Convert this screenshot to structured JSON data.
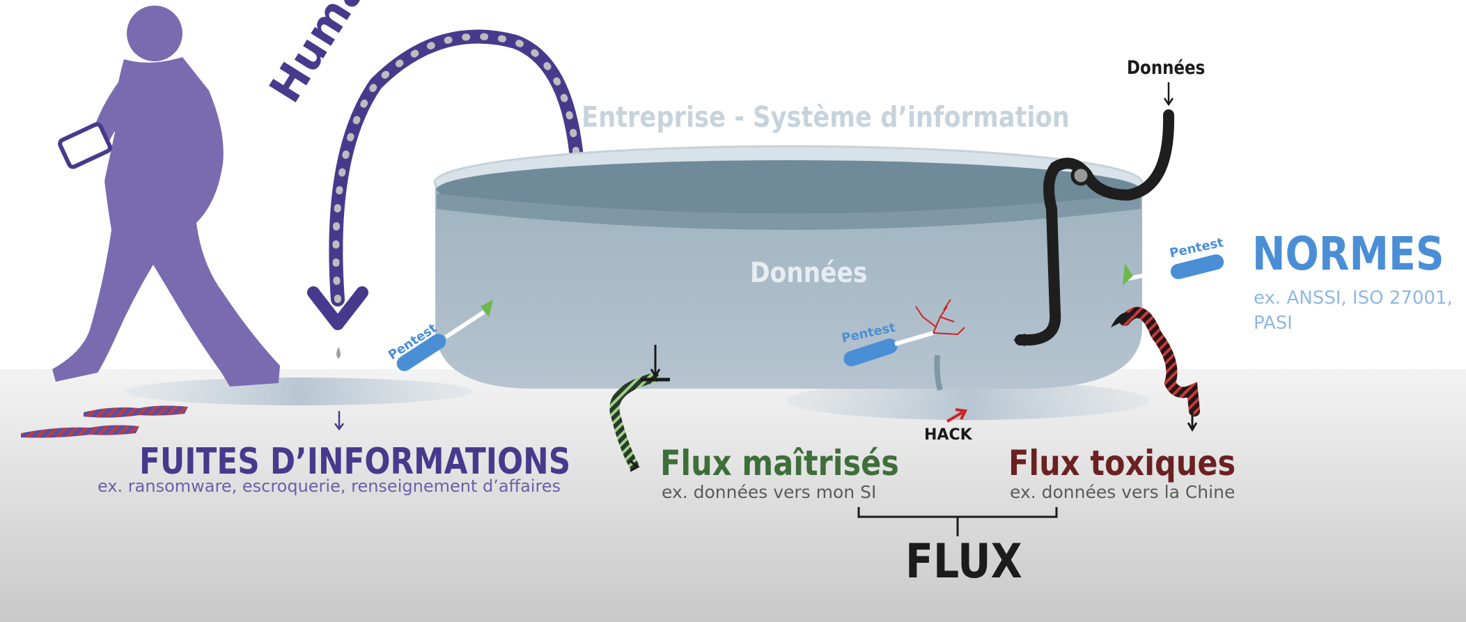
{
  "labels": {
    "humain": "Humain",
    "entreprise": "Entreprise - Système d’information",
    "donnees_top": "Données",
    "donnees_pool": "Données",
    "normes_title": "NORMES",
    "normes_desc": "ex. ANSSI, ISO 27001, PASI",
    "fuites_title": "FUITES D’INFORMATIONS",
    "fuites_desc": "ex. ransomware, escroquerie, renseignement d’affaires",
    "flux_maitrises_title": "Flux maîtrisés",
    "flux_maitrises_desc": "ex. données vers mon SI",
    "hack": "HACK",
    "flux_toxiques_title": "Flux toxiques",
    "flux_toxiques_desc": "ex. données vers la Chine",
    "flux": "FLUX",
    "pentest": "Pentest"
  },
  "colors": {
    "human_purple": "#7a6bb0",
    "humain_text": "#473a8c",
    "pool_water": "#8ea4b3",
    "pool_top": "#6f8a99",
    "normes_blue": "#4a8ed6",
    "flux_green": "#3e6e3a",
    "flux_red": "#6b2121",
    "hack_red": "#cc2222"
  }
}
